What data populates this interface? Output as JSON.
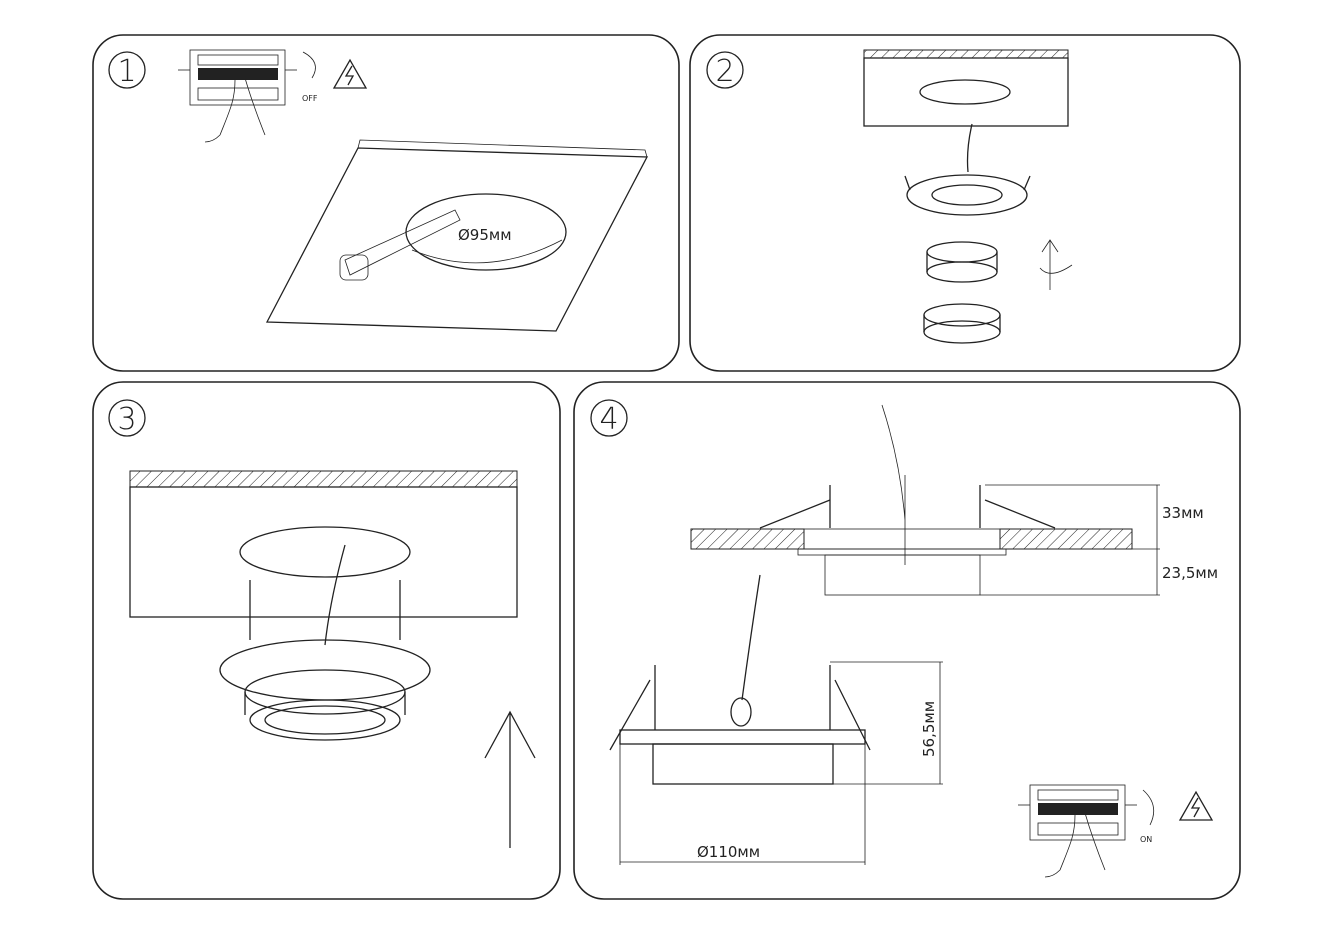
{
  "steps": [
    {
      "number": "1",
      "hole_label": "Ø95мм",
      "switch_label": "OFF"
    },
    {
      "number": "2"
    },
    {
      "number": "3"
    },
    {
      "number": "4",
      "height_above": "33мм",
      "height_below": "23,5мм",
      "total_height": "56,5мм",
      "diameter": "Ø110мм",
      "switch_label": "ON"
    }
  ]
}
